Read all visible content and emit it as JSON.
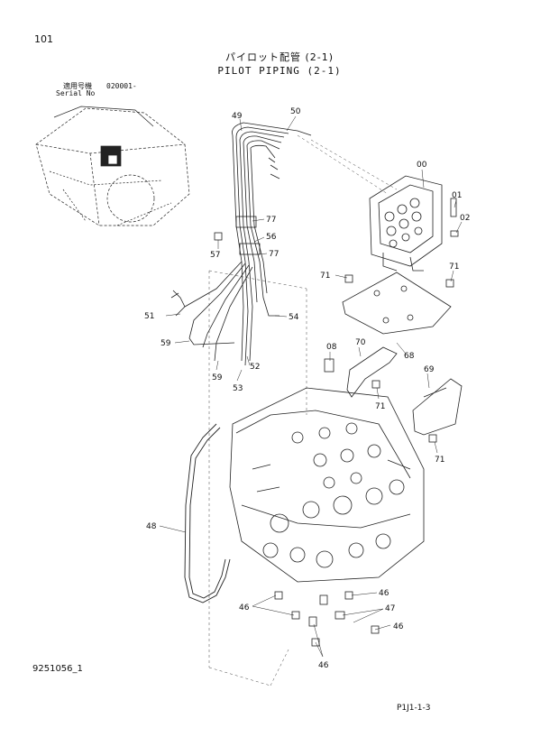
{
  "header": {
    "page_number": "101",
    "title_jp": "パイロット配管 (2-1)",
    "title_en": "PILOT PIPING (2-1)",
    "serial_label_jp": "適用号機",
    "serial_value": "020001-",
    "serial_label_en": "Serial No"
  },
  "footer": {
    "doc_code": "9251056_1",
    "page_code": "P1J1-1-3"
  },
  "callouts": [
    "49",
    "50",
    "00",
    "01",
    "02",
    "77",
    "56",
    "57",
    "77",
    "71",
    "71",
    "51",
    "54",
    "59",
    "52",
    "59",
    "53",
    "08",
    "70",
    "68",
    "69",
    "71",
    "71",
    "48",
    "46",
    "46",
    "47",
    "46",
    "46"
  ]
}
